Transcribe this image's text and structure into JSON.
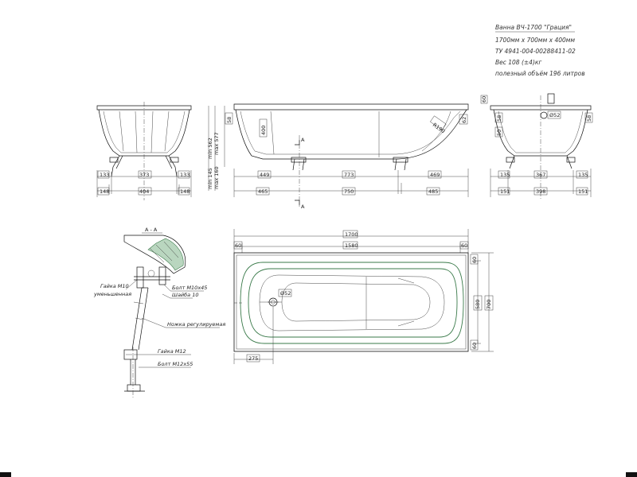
{
  "spec": {
    "title": "Ванна ВЧ-1700 \"Грация\"",
    "size": "1700мм х 700мм х 400мм",
    "tu": "ТУ 4941-004-00288411-02",
    "weight": "Вес 108 (±4)кг",
    "volume": "полезный объём 196 литров"
  },
  "end_view_left": {
    "dims": [
      "133",
      "373",
      "133",
      "148",
      "404",
      "148"
    ]
  },
  "side_view": {
    "vertical": [
      "58",
      "400",
      "min 562",
      "max 577",
      "min 145",
      "max 160"
    ],
    "dims_row1": [
      "449",
      "773",
      "469"
    ],
    "dims_row2": [
      "465",
      "750",
      "485"
    ],
    "r_label": "R190",
    "right_dim": "62",
    "section_marker": "A",
    "section_marker_bottom": "A"
  },
  "end_view_right": {
    "left_dims": [
      "58",
      "50"
    ],
    "right_dims": [
      "60",
      "58"
    ],
    "drain": "Ø52",
    "dims_row1": [
      "135",
      "367",
      "135"
    ],
    "dims_row2": [
      "151",
      "398",
      "151"
    ]
  },
  "section": {
    "title": "А - А",
    "labels": {
      "nut_m10": "Гайка М10",
      "reduced": "уменьшенная",
      "bolt_m10": "Болт М10х45",
      "washer": "Шайба 10",
      "leg": "Ножка регулируемая",
      "nut_m12": "Гайка М12",
      "bolt_m12": "Болт М12х55"
    }
  },
  "top_view": {
    "overall": "1700",
    "inner": "1580",
    "left_small": "60",
    "right_small": "60",
    "height_inner": "580",
    "height_overall": "700",
    "right_top": "60",
    "right_bottom": "60",
    "left_bottom": "275",
    "drain": "Ø52"
  }
}
